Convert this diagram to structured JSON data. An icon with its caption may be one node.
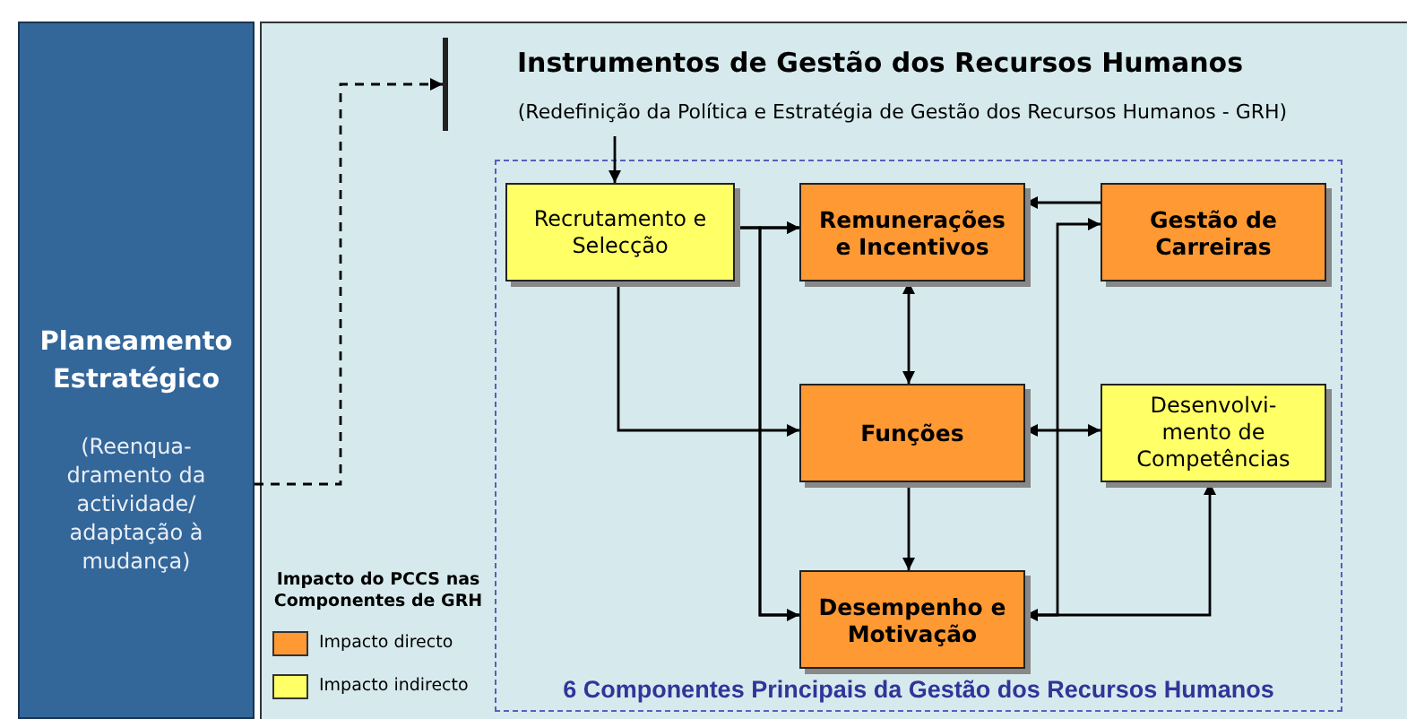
{
  "diagram": {
    "nodes": [
      {
        "text": [
          "Planeamento Estratégico",
          "(Reenqua- dramento da actividade/ adaptação à mudança)"
        ]
      },
      {
        "text": [
          "Instrumentos de Gestão dos Recursos Humanos",
          "(Redefinição da Política e Estratégia de Gestão dos Recursos Humanos - GRH)"
        ]
      },
      {
        "text": [],
        "shape": "bar",
        "in": 1
      },
      {
        "text": [
          "6 Componentes Principais da Gestão dos Recursos Humanos"
        ],
        "in": 1
      },
      {
        "text": [
          "Recrutamento e Selecção"
        ],
        "in": 3
      },
      {
        "text": [
          "Remunerações e Incentivos"
        ],
        "in": 3
      },
      {
        "text": [
          "Gestão de Carreiras"
        ],
        "in": 3
      },
      {
        "text": [
          "Funções"
        ],
        "in": 3
      },
      {
        "text": [
          "Desenvolvi- mento de Competências"
        ],
        "in": 3
      },
      {
        "text": [
          "Desempenho e Motivação"
        ],
        "in": 3
      }
    ],
    "edges": [
      {
        "from": 0,
        "to": 2,
        "arrow": "to",
        "style": "dashed"
      },
      {
        "from": null,
        "to": 4,
        "arrow": "to"
      },
      {
        "from": 4,
        "to": 5,
        "arrow": "to"
      },
      {
        "from": 4,
        "to": 7,
        "arrow": "to"
      },
      {
        "from": 4,
        "to": 9,
        "arrow": "to"
      },
      {
        "from": 9,
        "to": 5,
        "arrow": "to"
      },
      {
        "from": 5,
        "to": 7,
        "arrow": "both"
      },
      {
        "from": 7,
        "to": 9,
        "arrow": "to"
      },
      {
        "from": 6,
        "to": 5,
        "arrow": "to"
      },
      {
        "from": 9,
        "to": 6,
        "arrow": "to"
      },
      {
        "from": 7,
        "to": 8,
        "arrow": "both"
      },
      {
        "from": 9,
        "to": 8,
        "arrow": "both"
      }
    ],
    "labels": [
      "Impacto do PCCS nas Componentes de GRH"
    ],
    "legend": [
      {
        "text": "Impacto directo",
        "color": "#ff9933"
      },
      {
        "text": "Impacto indirecto",
        "color": "#ffff66"
      }
    ]
  }
}
